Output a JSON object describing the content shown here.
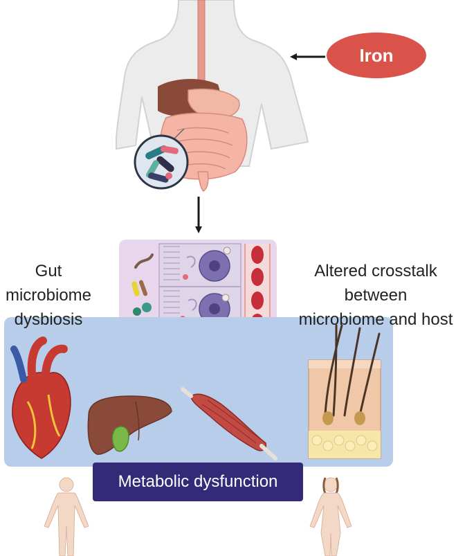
{
  "nodes": {
    "iron": "Iron",
    "left_label_lines": [
      "Gut",
      "microbiome",
      "dysbiosis"
    ],
    "right_label_lines": [
      "Altered crosstalk",
      "between",
      "microbiome and host"
    ],
    "bottom_label": "Metabolic dysfunction"
  },
  "colors": {
    "iron_fill": "#d9534a",
    "metabolic_fill": "#332a78",
    "organ_panel": "#b8cdea",
    "cell_panel": "#e8d6ec",
    "arrow": "#1a1a1a"
  },
  "icons": [
    "human-torso-digestive-icon",
    "gut-bacteria-magnifier-icon",
    "intestinal-epithelium-icon",
    "heart-icon",
    "liver-icon",
    "muscle-icon",
    "skin-cross-section-icon",
    "male-figure-icon",
    "female-figure-icon"
  ]
}
